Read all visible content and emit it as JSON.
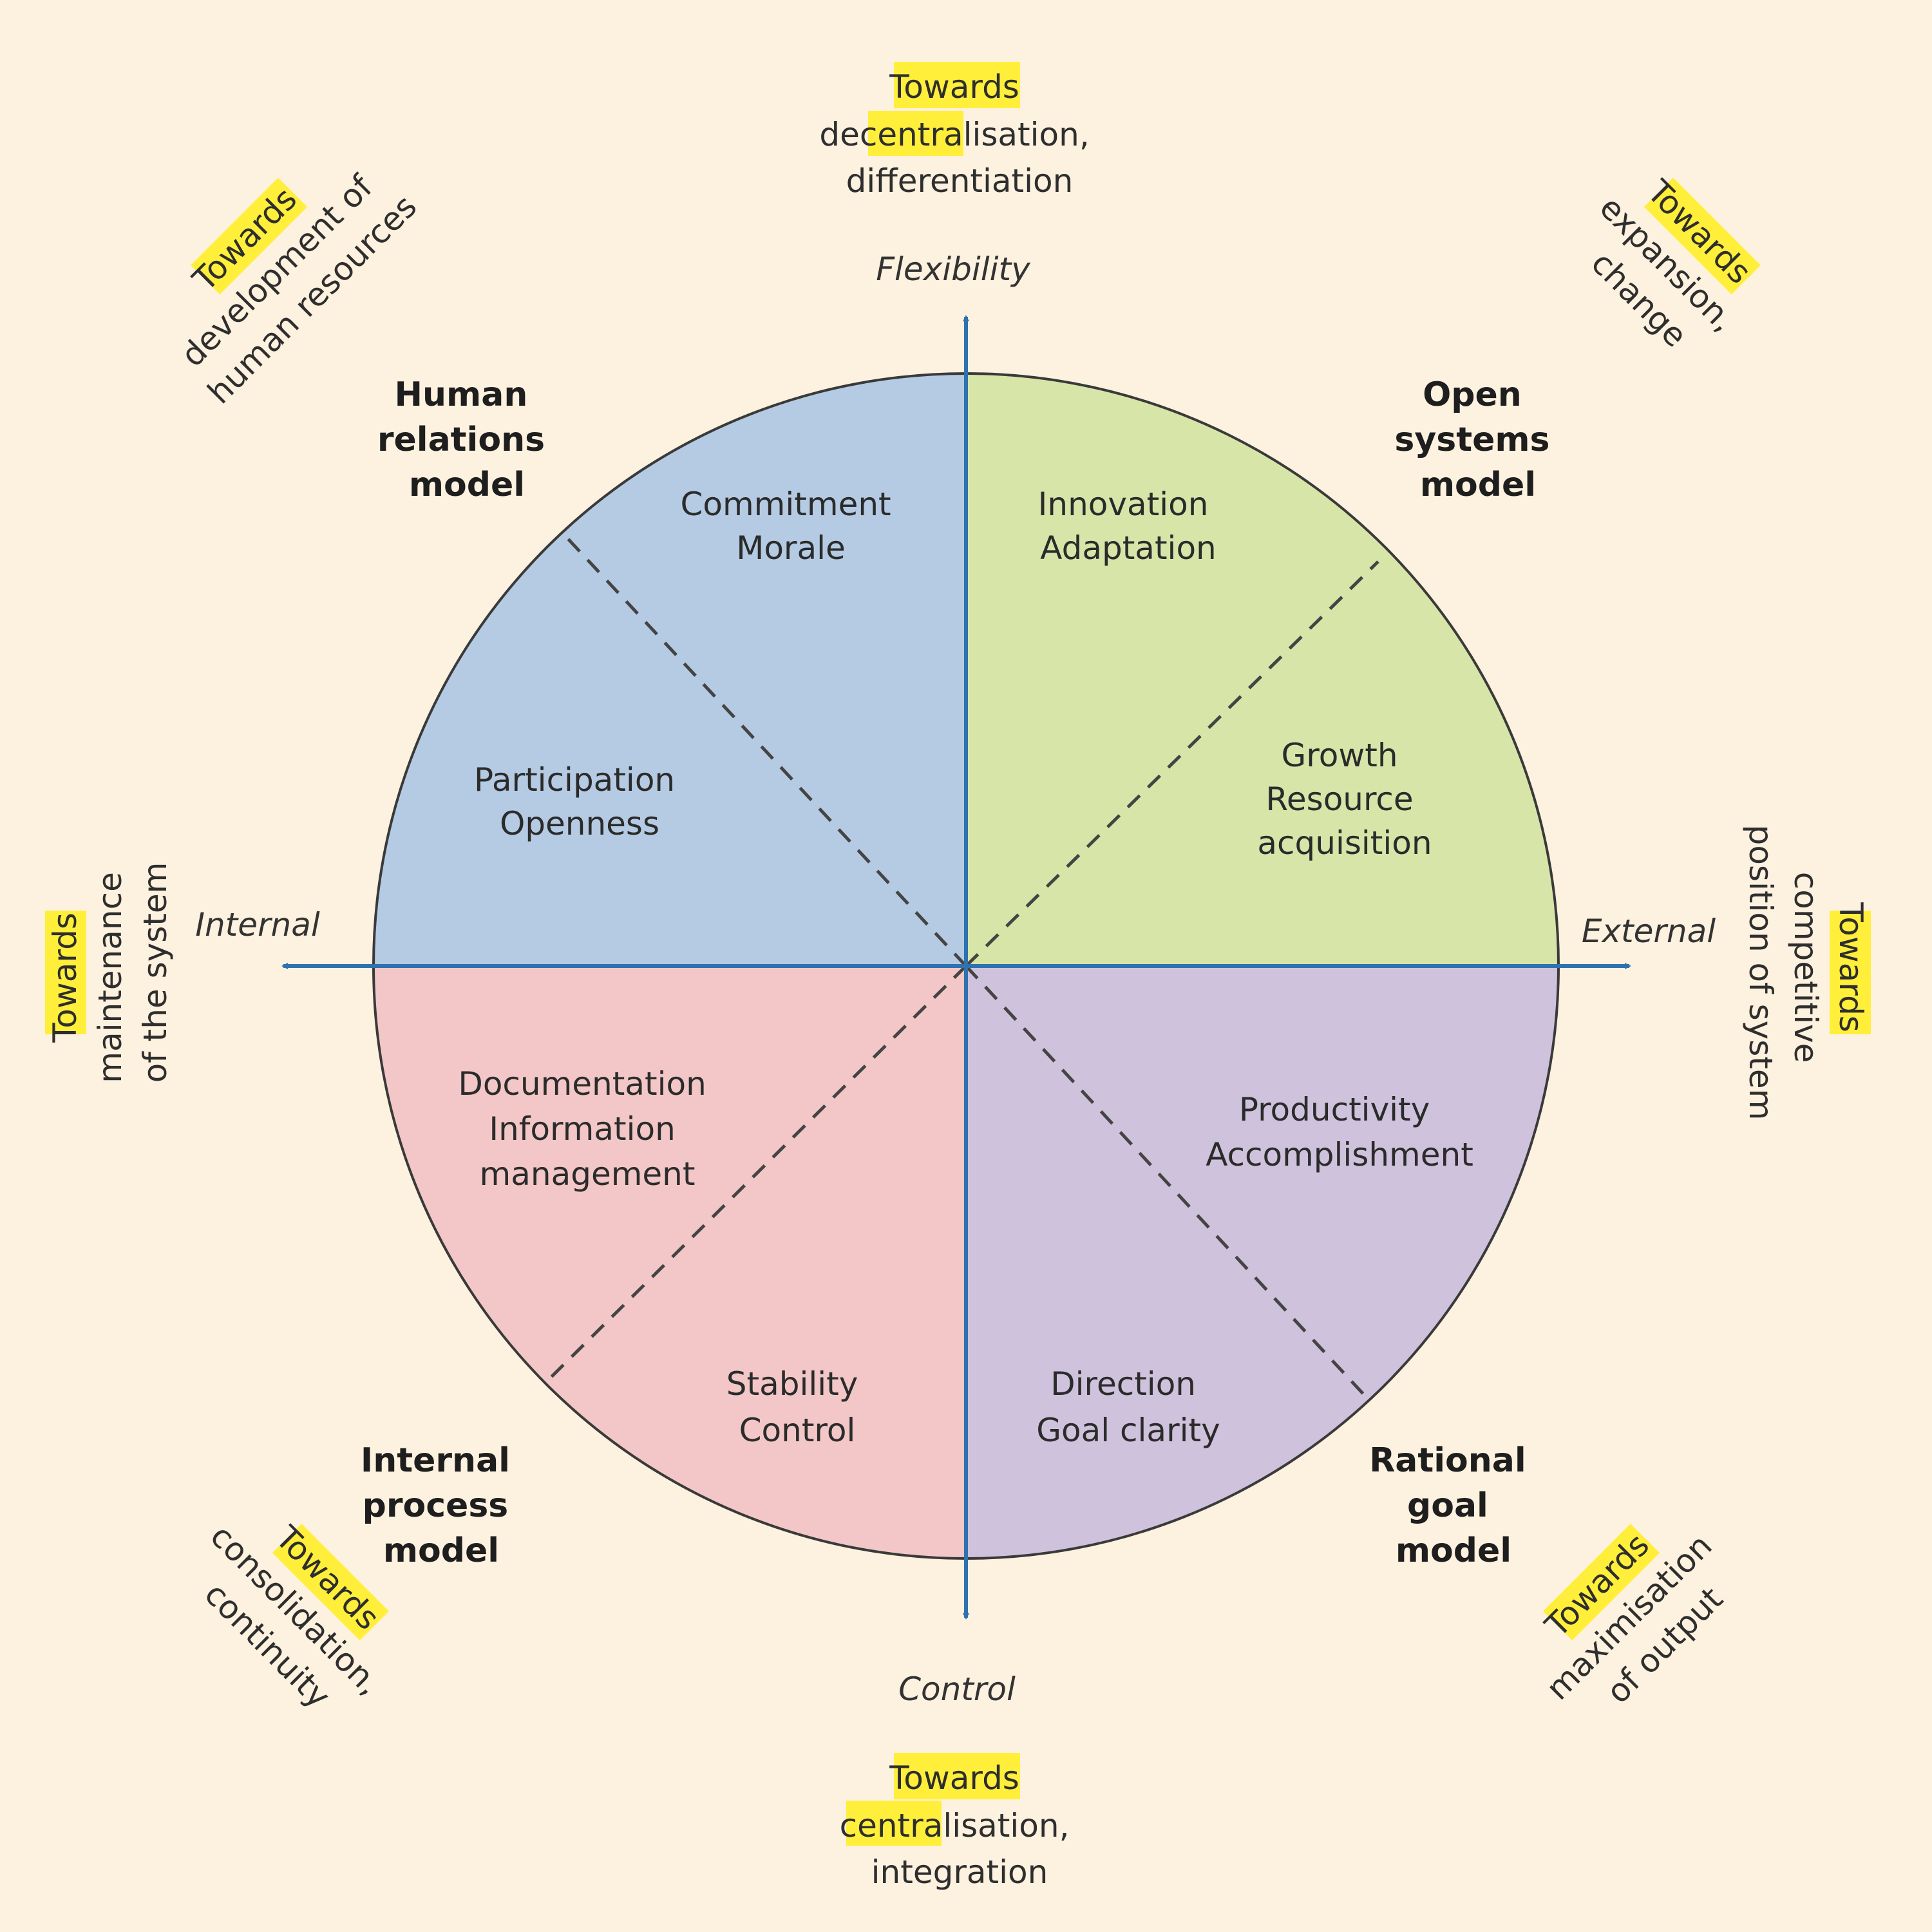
{
  "axes": {
    "top": "Flexibility",
    "bottom": "Control",
    "left": "Internal",
    "right": "External"
  },
  "colors": {
    "background": "#fdf1df",
    "human_relations": "#b5cbe3",
    "open_systems": "#d7e6a8",
    "internal_process": "#f3c7c7",
    "rational_goal": "#cfc2dc",
    "axis": "#2f72b0",
    "highlight": "#ffef3a"
  },
  "models": {
    "human_relations": [
      "Human",
      "relations",
      "model"
    ],
    "open_systems": [
      "Open",
      "systems",
      "model"
    ],
    "internal_process": [
      "Internal",
      "process",
      "model"
    ],
    "rational_goal": [
      "Rational",
      "goal",
      "model"
    ]
  },
  "segments": {
    "commitment": [
      "Commitment",
      "Morale"
    ],
    "participation": [
      "Participation",
      "Openness"
    ],
    "innovation": [
      "Innovation",
      "Adaptation"
    ],
    "growth": [
      "Growth",
      "Resource",
      "acquisition"
    ],
    "documentation": [
      "Documentation",
      "Information",
      "management"
    ],
    "stability": [
      "Stability",
      "Control"
    ],
    "productivity": [
      "Productivity",
      "Accomplishment"
    ],
    "direction": [
      "Direction",
      "Goal clarity"
    ]
  },
  "towards": {
    "top": [
      "Towards",
      "decentralisation,",
      "differentiation"
    ],
    "bottom": [
      "Towards",
      "centralisation,",
      "integration"
    ],
    "left": [
      "Towards",
      "maintenance",
      "of the system"
    ],
    "right": [
      "Towards",
      "competitive",
      "position of system"
    ],
    "top_left": [
      "Towards",
      "development of",
      "human resources"
    ],
    "top_right": [
      "Towards",
      "expansion,",
      "change"
    ],
    "bottom_left": [
      "Towards",
      "consolidation,",
      "continuity"
    ],
    "bottom_right": [
      "Towards",
      "maximisation",
      "of output"
    ]
  }
}
